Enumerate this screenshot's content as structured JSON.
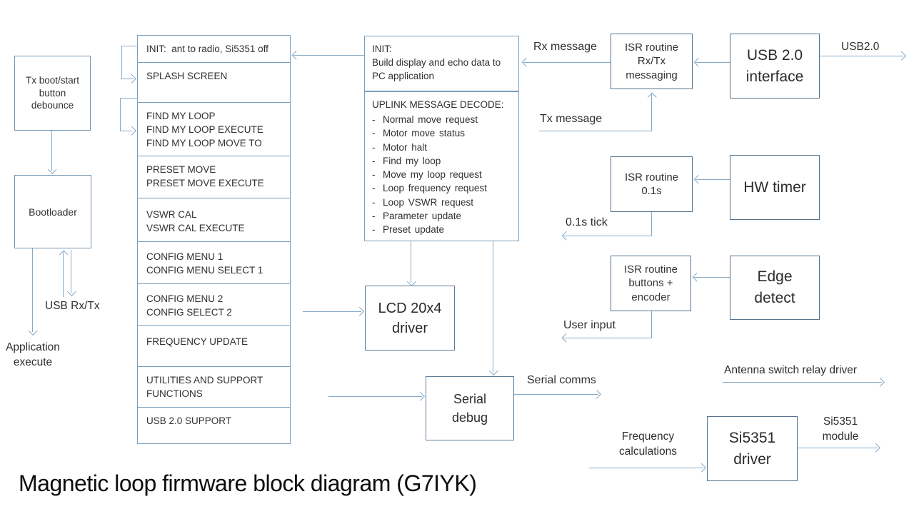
{
  "title": "Magnetic loop firmware block diagram (G7IYK)",
  "colors": {
    "box_border": "#55728e",
    "connector": "#86aac8",
    "text": "#303030"
  },
  "boxes": {
    "tx_debounce": [
      "Tx boot/start",
      "button",
      "debounce"
    ],
    "bootloader": [
      "Bootloader"
    ],
    "lcd": [
      "LCD 20x4",
      "driver"
    ],
    "serial": [
      "Serial",
      "debug"
    ],
    "isr_rxtx": [
      "ISR routine",
      "Rx/Tx",
      "messaging"
    ],
    "usb_if": [
      "USB 2.0",
      "interface"
    ],
    "isr_timer": [
      "ISR routine",
      "0.1s"
    ],
    "hw_timer": [
      "HW timer"
    ],
    "isr_buttons": [
      "ISR routine",
      "buttons +",
      "encoder"
    ],
    "edge": [
      "Edge",
      "detect"
    ],
    "si5351": [
      "Si5351",
      "driver"
    ]
  },
  "menu_rows": [
    [
      "INIT:  ant to radio, Si5351 off"
    ],
    [
      "SPLASH SCREEN"
    ],
    [
      "FIND MY LOOP",
      "FIND MY LOOP EXECUTE",
      "FIND MY LOOP MOVE TO"
    ],
    [
      "PRESET MOVE",
      "PRESET MOVE EXECUTE"
    ],
    [
      "VSWR CAL",
      "VSWR CAL EXECUTE"
    ],
    [
      "CONFIG MENU 1",
      "CONFIG MENU SELECT 1"
    ],
    [
      "CONFIG MENU 2",
      "CONFIG SELECT 2"
    ],
    [
      "FREQUENCY UPDATE"
    ],
    [
      "UTILITIES AND SUPPORT",
      "FUNCTIONS"
    ],
    [
      "USB 2.0 SUPPORT"
    ]
  ],
  "init_box": [
    "INIT:",
    "Build display and echo data to",
    "PC application"
  ],
  "uplink": {
    "header": "UPLINK MESSAGE DECODE:",
    "bullet": "-",
    "items": [
      "Normal move request",
      "Motor move status",
      "Motor halt",
      "Find my loop",
      "Move my loop request",
      "Loop frequency request",
      "Loop VSWR request",
      "Parameter update",
      "Preset update"
    ]
  },
  "labels": {
    "usb20": "USB2.0",
    "rx_message": "Rx message",
    "tx_message": "Tx message",
    "tick": "0.1s tick",
    "user_input": "User input",
    "antenna": "Antenna switch relay driver",
    "serial_comms": "Serial comms",
    "frequency": [
      "Frequency",
      "calculations"
    ],
    "si_module": [
      "Si5351",
      "module"
    ],
    "usb_rxtx": "USB Rx/Tx",
    "app_execute": [
      "Application",
      "execute"
    ]
  }
}
